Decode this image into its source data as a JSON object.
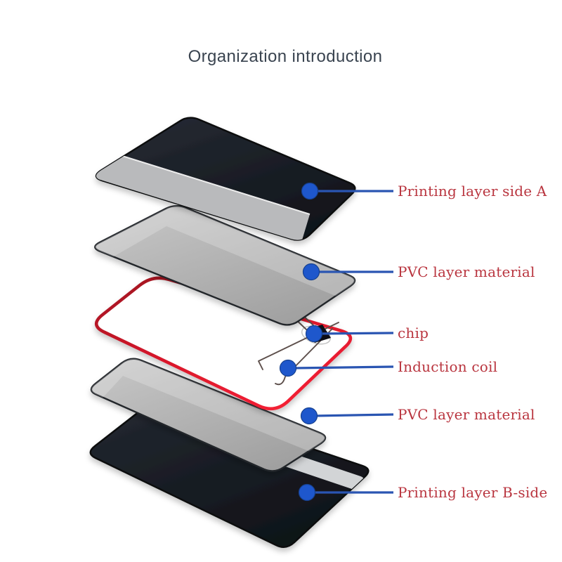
{
  "title": "Organization introduction",
  "diagram": {
    "callouts": [
      {
        "label": "Printing layer side A"
      },
      {
        "label": "PVC layer material"
      },
      {
        "label": "chip"
      },
      {
        "label": "Induction coil"
      },
      {
        "label": "PVC layer material"
      },
      {
        "label": "Printing layer B-side"
      }
    ],
    "colors": {
      "background": "#ffffff",
      "title_text": "#3a4450",
      "label_text": "#b9353f",
      "callout_line": "#2a55b2",
      "callout_dot": "#1e57cc",
      "callout_dot_edge": "#16418f",
      "card_black": "#171c23",
      "card_gray": "#b0b0b0",
      "card_strip_gray": "#b9babc",
      "magnetic_stripe": "#d2d4d6",
      "inlay_fill": "#ffffff",
      "inlay_border": "#d9182b",
      "chip_black": "#0b0e13",
      "coil_wire": "#5d4f4c"
    }
  }
}
